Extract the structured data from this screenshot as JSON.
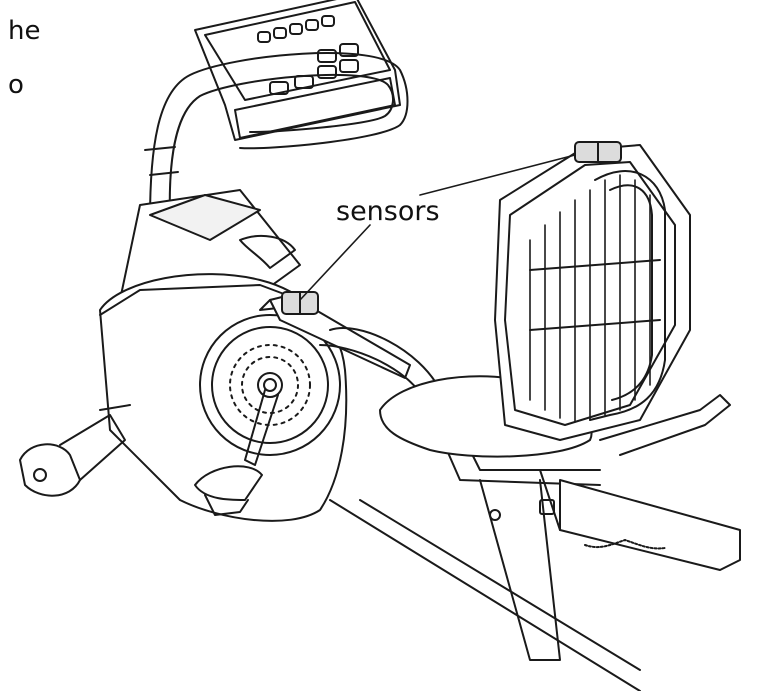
{
  "text_fragments": [
    "he",
    "o"
  ],
  "callout": {
    "label": "sensors"
  },
  "colors": {
    "line": "#1a1a1a",
    "fill": "#ffffff",
    "panel": "#f2f2f2"
  }
}
